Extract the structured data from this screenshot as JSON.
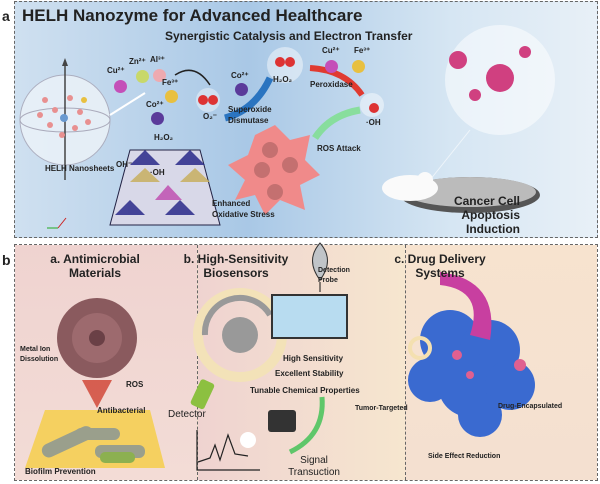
{
  "panel_a": {
    "letter": "a",
    "title": "HELH Nanozyme for Advanced Healthcare",
    "subtitle": "Synergistic Catalysis and Electron Transfer",
    "ions": [
      {
        "label": "Cu²⁺",
        "color": "#c44fb8"
      },
      {
        "label": "Zn²⁺",
        "color": "#c8d86a"
      },
      {
        "label": "Al³⁺",
        "color": "#eeaab0"
      },
      {
        "label": "Fe³⁺",
        "color": "#e8c040"
      },
      {
        "label": "Co²⁺",
        "color": "#5a3a9a"
      }
    ],
    "o2_label": "O₂⁻",
    "co_label": "Co²⁺",
    "h2o2_label": "H₂O₂",
    "sod_label": "Superoxide Dismutase",
    "cu_label": "Cu²⁺",
    "fe_label": "Fe³⁺",
    "peroxidase_label": "Peroxidase",
    "oh_label": "·OH",
    "ros_attack": "ROS Attack",
    "nanosheets": "HELH Nanosheets",
    "lattice_h2o2": "H₂O₂",
    "lattice_oh_minus": "OH⁻",
    "lattice_oh": "·OH",
    "oxidative": "Enhanced Oxidative Stress",
    "apoptosis": "Cancer Cell Apoptosis  Induction"
  },
  "panel_b": {
    "letter": "b",
    "antimicrobial": {
      "title": "a. Antimicrobial Materials",
      "metal": "Metal Ion Dissolution",
      "ros": "ROS",
      "antibacterial": "Antibacterial",
      "biofilm": "Biofilm Prevention"
    },
    "biosensors": {
      "title": "b. High-Sensitivity Biosensors",
      "probe": "Detection Probe",
      "features": [
        "High Sensitivity",
        "Excellent Stability",
        "Tunable Chemical Properties"
      ],
      "detector": "Detector",
      "signal": "Signal Transuction"
    },
    "drug": {
      "title": "c. Drug Delivery Systems",
      "encapsulated": "Drug-Encapsulated",
      "targeted": "Tumor-Targeted",
      "side": "Side Effect Reduction"
    }
  }
}
